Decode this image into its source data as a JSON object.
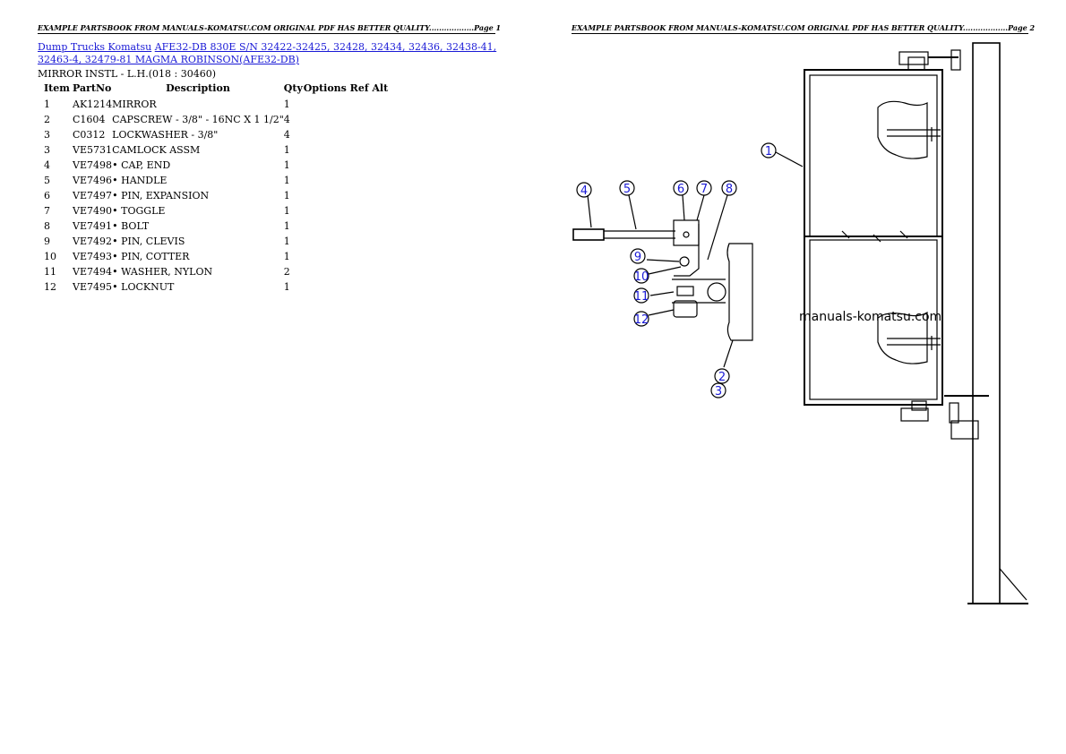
{
  "header": {
    "page1": "EXAMPLE PARTSBOOK FROM MANUALS-KOMATSU.COM ORIGINAL PDF HAS BETTER QUALITY..................Page 1",
    "page2": "EXAMPLE PARTSBOOK FROM MANUALS-KOMATSU.COM ORIGINAL PDF HAS BETTER QUALITY..................Page 2"
  },
  "breadcrumb": {
    "link1": "Dump Trucks Komatsu",
    "link2": "AFE32-DB 830E S/N 32422-32425, 32428, 32434, 32436, 32438-41, 32463-4, 32479-81 MAGMA ROBINSON(AFE32-DB)"
  },
  "subtitle": "MIRROR INSTL - L.H.(018 : 30460)",
  "table": {
    "headers": {
      "item": "Item",
      "part": "PartNo",
      "desc": "Description",
      "qty": "Qty",
      "rest": "Options Ref Alt"
    },
    "rows": [
      {
        "item": "1",
        "part": "AK1214",
        "desc": "MIRROR",
        "qty": "1"
      },
      {
        "item": "2",
        "part": "C1604",
        "desc": "CAPSCREW - 3/8\" - 16NC X 1 1/2\"",
        "qty": "4"
      },
      {
        "item": "3",
        "part": "C0312",
        "desc": "LOCKWASHER - 3/8\"",
        "qty": "4"
      },
      {
        "item": "3",
        "part": "VE5731",
        "desc": "CAMLOCK ASSM",
        "qty": "1"
      },
      {
        "item": "4",
        "part": "VE7498",
        "desc": "• CAP, END",
        "qty": "1"
      },
      {
        "item": "5",
        "part": "VE7496",
        "desc": "• HANDLE",
        "qty": "1"
      },
      {
        "item": "6",
        "part": "VE7497",
        "desc": "• PIN, EXPANSION",
        "qty": "1"
      },
      {
        "item": "7",
        "part": "VE7490",
        "desc": "• TOGGLE",
        "qty": "1"
      },
      {
        "item": "8",
        "part": "VE7491",
        "desc": "• BOLT",
        "qty": "1"
      },
      {
        "item": "9",
        "part": "VE7492",
        "desc": "• PIN, CLEVIS",
        "qty": "1"
      },
      {
        "item": "10",
        "part": "VE7493",
        "desc": "• PIN, COTTER",
        "qty": "1"
      },
      {
        "item": "11",
        "part": "VE7494",
        "desc": "• WASHER, NYLON",
        "qty": "2"
      },
      {
        "item": "12",
        "part": "VE7495",
        "desc": "• LOCKNUT",
        "qty": "1"
      }
    ]
  },
  "diagram": {
    "callouts": [
      "1",
      "2",
      "3",
      "4",
      "5",
      "6",
      "7",
      "8",
      "9",
      "10",
      "11",
      "12"
    ],
    "watermark": "manuals-komatsu.com"
  },
  "colors": {
    "link": "#1a1ad6",
    "callout": "#1a1ad6"
  }
}
